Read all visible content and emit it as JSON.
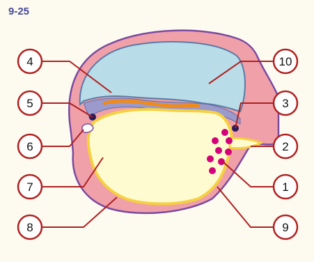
{
  "figure": {
    "label": "9-25"
  },
  "callouts": [
    {
      "id": "c1",
      "text": "1"
    },
    {
      "id": "c2",
      "text": "2"
    },
    {
      "id": "c3",
      "text": "3"
    },
    {
      "id": "c4",
      "text": "4"
    },
    {
      "id": "c5",
      "text": "5"
    },
    {
      "id": "c6",
      "text": "6"
    },
    {
      "id": "c7",
      "text": "7"
    },
    {
      "id": "c8",
      "text": "8"
    },
    {
      "id": "c9",
      "text": "9"
    },
    {
      "id": "c10",
      "text": "10"
    }
  ],
  "colors": {
    "background": "#fdfbf0",
    "outer_tissue": "#f0a0a8",
    "outer_membrane": "#7a4aa0",
    "amniotic_cavity": "#b8dde8",
    "yolk_sac": "#fffbd0",
    "yolk_sac_wall": "#f5d040",
    "epiblast": "#f08a1a",
    "hypoblast": "#9a9acc",
    "cells": "#d4007a",
    "callout_red": "#b02020"
  }
}
